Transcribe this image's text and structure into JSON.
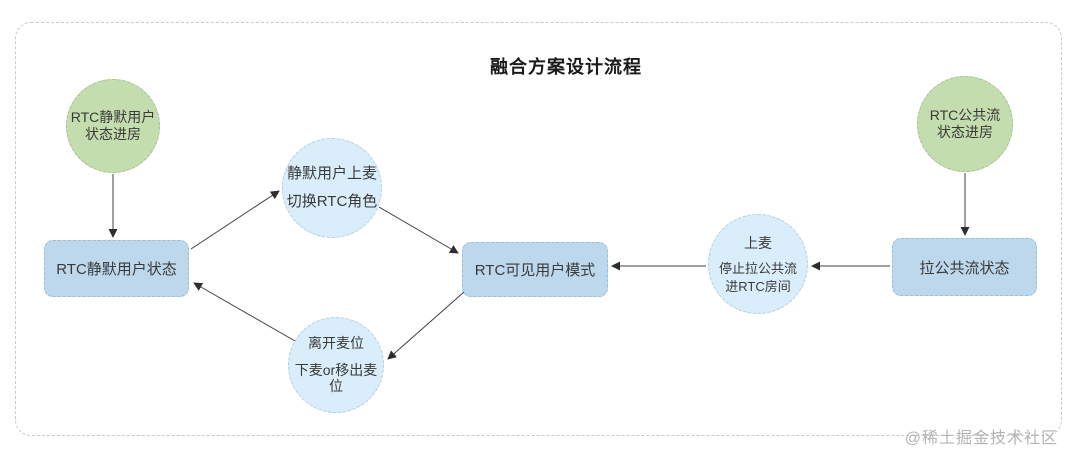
{
  "page": {
    "title": "融合方案设计流程",
    "watermark": "@稀土掘金技术社区"
  },
  "colors": {
    "green_fill": "#c4ddae",
    "green_border": "#a6bd92",
    "blue_circle_fill": "#d9eefa",
    "blue_circle_border": "#b3cedd",
    "blue_rect_fill": "#bdd7ec",
    "blue_rect_border": "#a0bdd6",
    "frame_border": "#c9c9c9",
    "arrow": "#404040",
    "text": "#3a3a3a",
    "watermark_color": "#b4b4b4"
  },
  "nodes": {
    "start_silent": {
      "line1": "RTC静默用户",
      "line2": "状态进房"
    },
    "state_silent": {
      "label": "RTC静默用户状态"
    },
    "event_mic_on": {
      "line1": "静默用户上麦",
      "line2": "切换RTC角色"
    },
    "state_visible": {
      "label": "RTC可见用户模式"
    },
    "event_leave_mic": {
      "line1": "离开麦位",
      "line2": "下麦or移出麦位"
    },
    "event_stop_pull": {
      "line1": "上麦",
      "line2": "停止拉公共流",
      "line3": "进RTC房间"
    },
    "start_public": {
      "line1": "RTC公共流",
      "line2": "状态进房"
    },
    "state_pull": {
      "label": "拉公共流状态"
    }
  }
}
